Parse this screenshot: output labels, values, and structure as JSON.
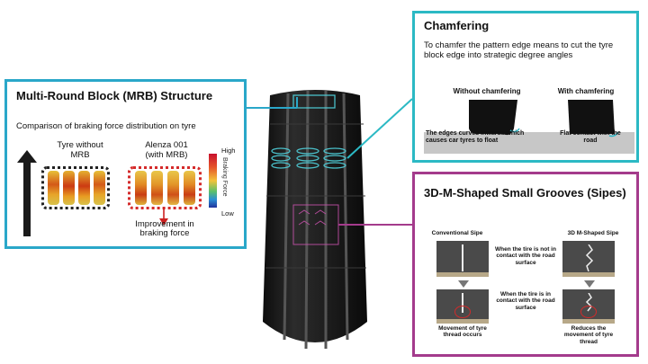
{
  "mrb": {
    "title": "Multi-Round Block (MRB) Structure",
    "subtitle": "Comparison of braking force distribution on tyre",
    "left_label": "Tyre without MRB",
    "right_label": "Alenza 001 (with MRB)",
    "direction": "Direction",
    "scale_high": "High",
    "scale_low": "Low",
    "scale_title": "Braking Force",
    "improvement": "Improvement in braking force"
  },
  "chamfering": {
    "title": "Chamfering",
    "description": "To chamfer the pattern edge means to cut the tyre block edge into strategic degree angles",
    "without_label": "Without chamfering",
    "with_label": "With chamfering",
    "without_caption": "The edges curves inwards which causes car tyres to float",
    "with_caption": "Flat contact with the road"
  },
  "sipes": {
    "title": "3D-M-Shaped Small Grooves (Sipes)",
    "conventional_label": "Conventional Sipe",
    "m_shaped_label": "3D M-Shaped Sipe",
    "state_not_contact": "When the tire is not in contact with the road surface",
    "state_contact": "When the tire is in contact with the road surface",
    "caption_left": "Movement of tyre thread occurs",
    "caption_right": "Reduces the movement of tyre thread"
  },
  "colors": {
    "mrb_border": "#2aa7c9",
    "chamfer_border": "#2bb9c4",
    "sipes_border": "#a43b8c",
    "arrow_red": "#cc2020"
  }
}
